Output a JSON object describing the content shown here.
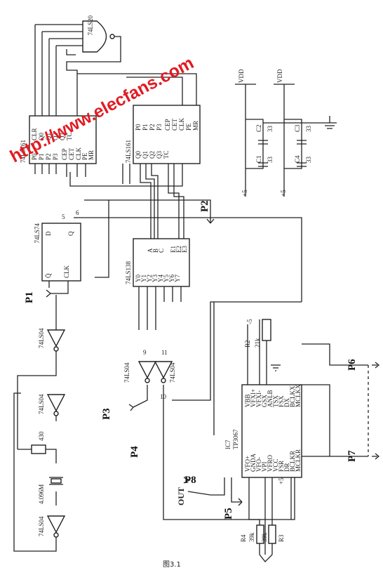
{
  "watermark": "http://www.elecfans.com",
  "caption": "图3.1",
  "chips": {
    "and_gate": "74LS20",
    "counter_left": "74LS161",
    "counter_right": "74LS161",
    "flipflop": "74LS74",
    "decoder": "74LS138",
    "inv_p1": "74LS04",
    "inv_mid": "74LS04",
    "inv_osc": "74LS04",
    "inv_a": "74LS04",
    "inv_b": "74LS04",
    "codec_ref": "IC7",
    "codec_part": "TP3067"
  },
  "components": {
    "r_feedback": "430",
    "crystal": "4.096M",
    "r2": "R2",
    "r2_value": "21k",
    "r4": "R4",
    "r4_value": "39k",
    "r3": "R3",
    "r3_value": "39k",
    "c1": "C1",
    "c1_value": "33",
    "c2": "C2",
    "c2_value": "33",
    "c3": "C3",
    "c3_value": "33",
    "c4": "C4",
    "c4_value": "33",
    "vdd1": "VDD",
    "vdd2": "VDD",
    "vcc1": "+5",
    "vcc2": "+5",
    "vee": "-5",
    "out": "OUT"
  },
  "ff_pins": {
    "d": "D",
    "q": "Q",
    "clk": "CLK",
    "qbar": "Q̄",
    "pin5": "5",
    "pin6": "6"
  },
  "pins": {
    "counter_left": [
      "CLR",
      "Q0",
      "Q1",
      "Q2",
      "Q3",
      "TC",
      "P0",
      "P1",
      "P2",
      "P3",
      "CEP",
      "CET",
      "CLK",
      "PE",
      "MR"
    ],
    "counter_right": [
      "Q0",
      "Q1",
      "Q2",
      "Q3",
      "TC",
      "P0",
      "P1",
      "P2",
      "P3",
      "CEP",
      "CET",
      "CLK",
      "PE",
      "MR"
    ],
    "decoder": [
      "A",
      "B",
      "C",
      "E1",
      "E2",
      "E3",
      "Y0",
      "Y1",
      "Y2",
      "Y3",
      "Y4",
      "Y5",
      "Y6",
      "Y7"
    ],
    "codec_left": [
      "VBB",
      "VFXI+",
      "VFXI-",
      "GSX",
      "ANLB",
      "TSX",
      "FSX",
      "DX",
      "BCLKX",
      "MCLKX"
    ],
    "codec_right": [
      "VFO+",
      "GNDA",
      "VFO-",
      "VPI",
      "VFRO",
      "VCC",
      "FSR",
      "DR",
      "BCLKR",
      "MCLKR"
    ],
    "inv_pin_a": "9",
    "inv_pin_b": "11",
    "inv_pin_c": "10"
  },
  "probes": [
    "P1",
    "P2",
    "P3",
    "P4",
    "P5",
    "P6",
    "P7",
    "P8"
  ]
}
